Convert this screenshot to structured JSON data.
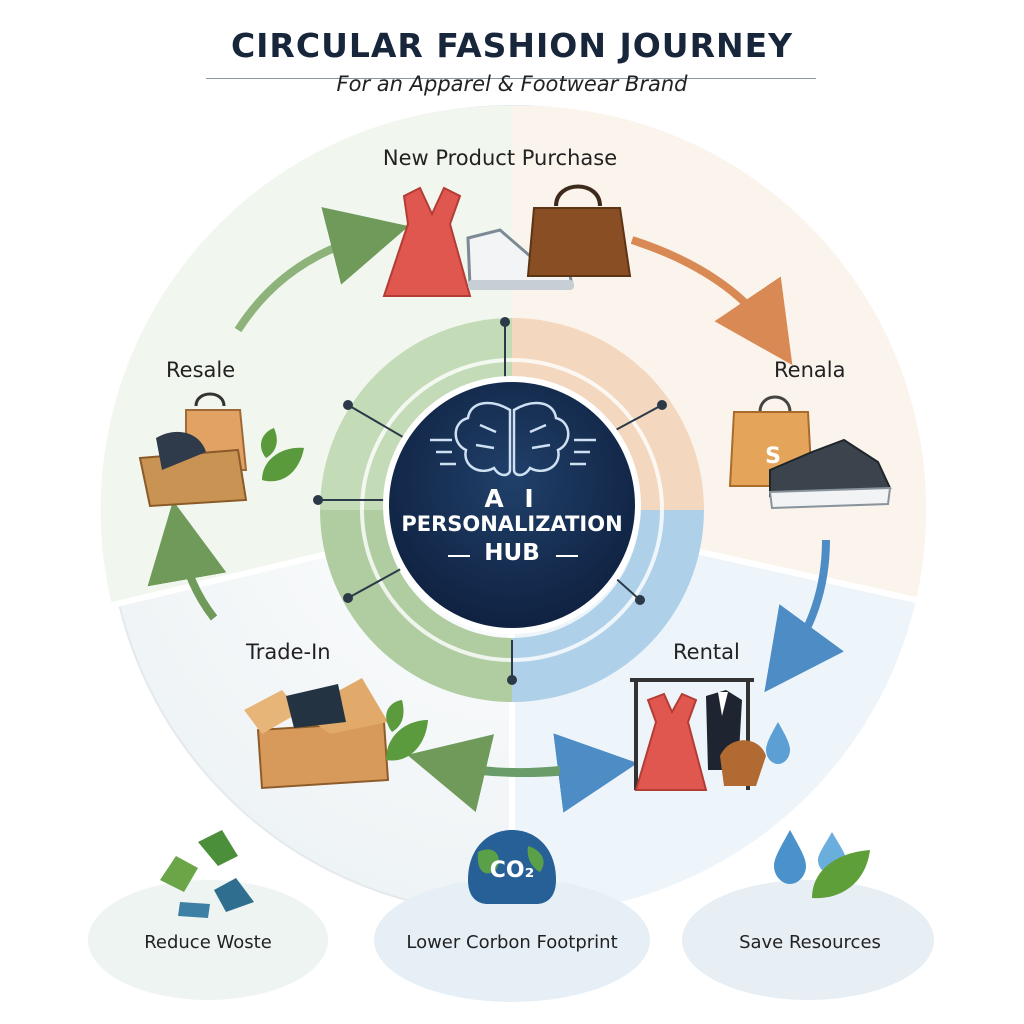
{
  "header": {
    "title": "CIRCULAR FASHION JOURNEY",
    "subtitle": "For an Apparel & Footwear Brand"
  },
  "stages": {
    "new_purchase": "New Product Purchase",
    "renala": "Renala",
    "rental": "Rental",
    "trade_in": "Trade-In",
    "resale": "Resale"
  },
  "hub": {
    "line1": "A I",
    "line2": "PERSONALIZATION",
    "line3": "HUB"
  },
  "icons": {
    "bag_letter": "S",
    "co2": "CO₂",
    "names": [
      "brain-icon",
      "dress-icon",
      "sneaker-icon",
      "handbag-icon",
      "shopping-bag-icon",
      "clothes-rack-icon",
      "box-icon",
      "leaf-icon",
      "recycle-icon",
      "globe-icon",
      "water-drop-icon"
    ]
  },
  "benefits": [
    {
      "label": "Reduce Woste"
    },
    {
      "label": "Lower Corbon Footprint"
    },
    {
      "label": "Save Resources"
    }
  ],
  "colors": {
    "hub": "#14284a",
    "green": "#6f9a5a",
    "orange": "#d98a54",
    "blue": "#4d8cc4",
    "green_tint": "#b9d3ad",
    "orange_tint": "#f2d3b9",
    "blue_tint": "#a9cde6"
  }
}
